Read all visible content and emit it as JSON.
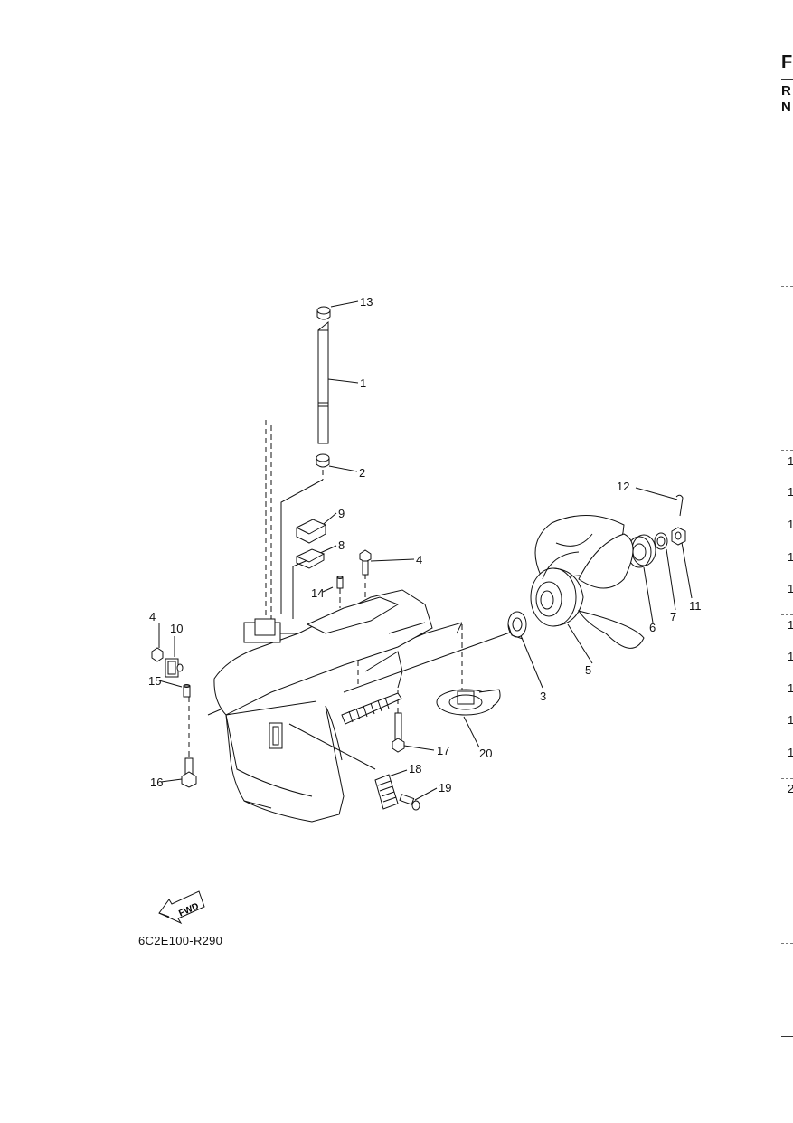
{
  "diagram_code": "6C2E100-R290",
  "fwd_label": "FWD",
  "part_labels": [
    "1",
    "2",
    "3",
    "4",
    "4",
    "5",
    "6",
    "7",
    "8",
    "9",
    "10",
    "11",
    "12",
    "13",
    "14",
    "15",
    "16",
    "17",
    "18",
    "19",
    "20"
  ],
  "edge_letters": [
    "F",
    "R",
    "N"
  ],
  "edge_numbers": [
    "1",
    "1",
    "1",
    "1",
    "1",
    "1",
    "1",
    "1",
    "1",
    "1",
    "2"
  ],
  "colors": {
    "ink": "#111111",
    "background": "#ffffff"
  }
}
